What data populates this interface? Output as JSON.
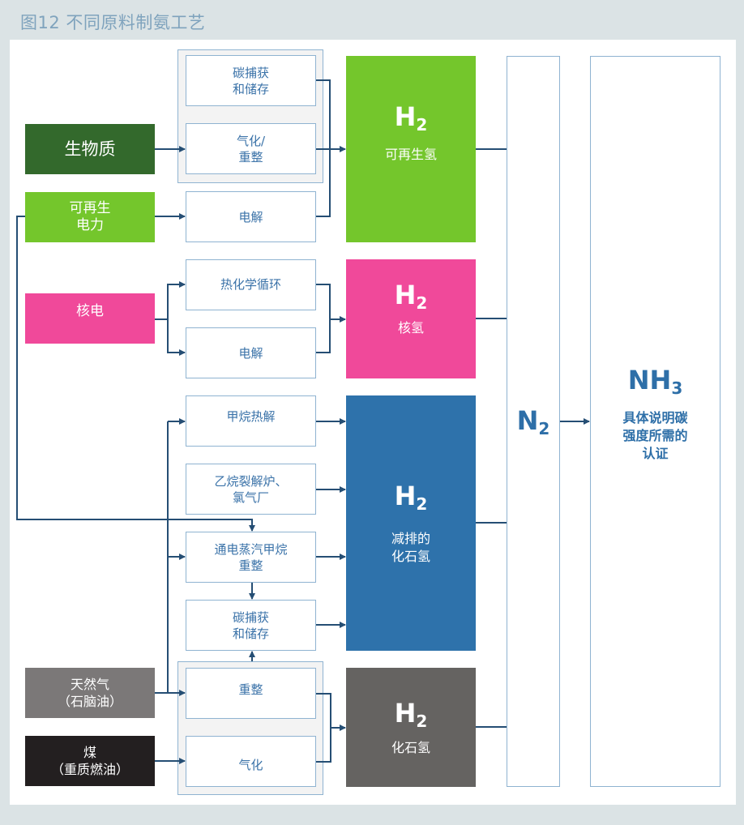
{
  "title": "图12  不同原料制氨工艺",
  "colors": {
    "biomass": "#33692c",
    "renewable_power": "#74c62c",
    "nuclear": "#f0499a",
    "natural_gas": "#7b7878",
    "coal": "#231f20",
    "h2_renewable": "#74c62c",
    "h2_nuclear": "#f0499a",
    "h2_low_carbon_fossil": "#2e72ab",
    "h2_fossil": "#656361",
    "process_text": "#3a72a8",
    "connector": "#254e74",
    "outline": "#8fb3d1"
  },
  "sources": {
    "biomass": "生物质",
    "renewable_power": "可再生\n电力",
    "nuclear": "核电",
    "natural_gas": "天然气\n（石脑油）",
    "coal": "煤\n（重质燃油）"
  },
  "processes": {
    "ccs_1": "碳捕获\n和储存",
    "gasification_reforming": "气化/\n重整",
    "electrolysis_1": "电解",
    "thermochemical_cycle": "热化学循环",
    "electrolysis_2": "电解",
    "methane_pyrolysis": "甲烷热解",
    "ethane_cracker": "乙烷裂解炉、\n氯气厂",
    "electric_smr": "通电蒸汽甲烷\n重整",
    "ccs_2": "碳捕获\n和储存",
    "reforming": "重整",
    "gasification": "气化"
  },
  "hydrogen": {
    "formula_main": "H",
    "formula_sub": "2",
    "renewable": "可再生氢",
    "nuclear": "核氢",
    "low_carbon_fossil": "减排的\n化石氢",
    "fossil": "化石氢"
  },
  "nitrogen": {
    "main": "N",
    "sub": "2"
  },
  "ammonia": {
    "main": "NH",
    "sub": "3",
    "description": "具体说明碳\n强度所需的\n认证"
  }
}
